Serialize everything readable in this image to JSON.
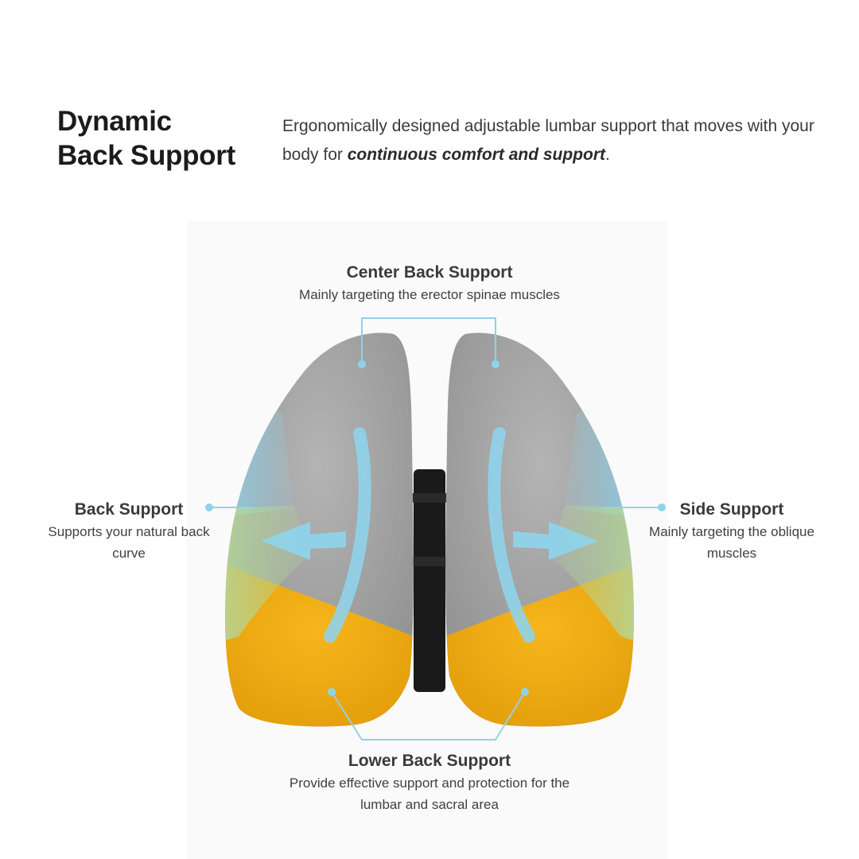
{
  "heading": {
    "line1": "Dynamic",
    "line2": "Back Support"
  },
  "intro": {
    "text": "Ergonomically designed adjustable lumbar support that moves with your body for ",
    "emphasis": "continuous comfort and support",
    "end": "."
  },
  "labels": {
    "center": {
      "title": "Center Back Support",
      "desc": "Mainly targeting the erector spinae muscles"
    },
    "back": {
      "title": "Back Support",
      "desc": "Supports your natural back curve"
    },
    "side": {
      "title": "Side Support",
      "desc": "Mainly targeting the oblique muscles"
    },
    "lower": {
      "title": "Lower Back Support",
      "desc": "Provide effective support and protection for the lumbar and sacral area"
    }
  },
  "colors": {
    "cushion_gray": "#a8a8a8",
    "cushion_yellow": "#f2ae14",
    "highlight_blue": "#8fd3ea",
    "highlight_green": "#b4d79a",
    "callout_line": "#8fd3ea",
    "frame": "#1a1a1a"
  }
}
